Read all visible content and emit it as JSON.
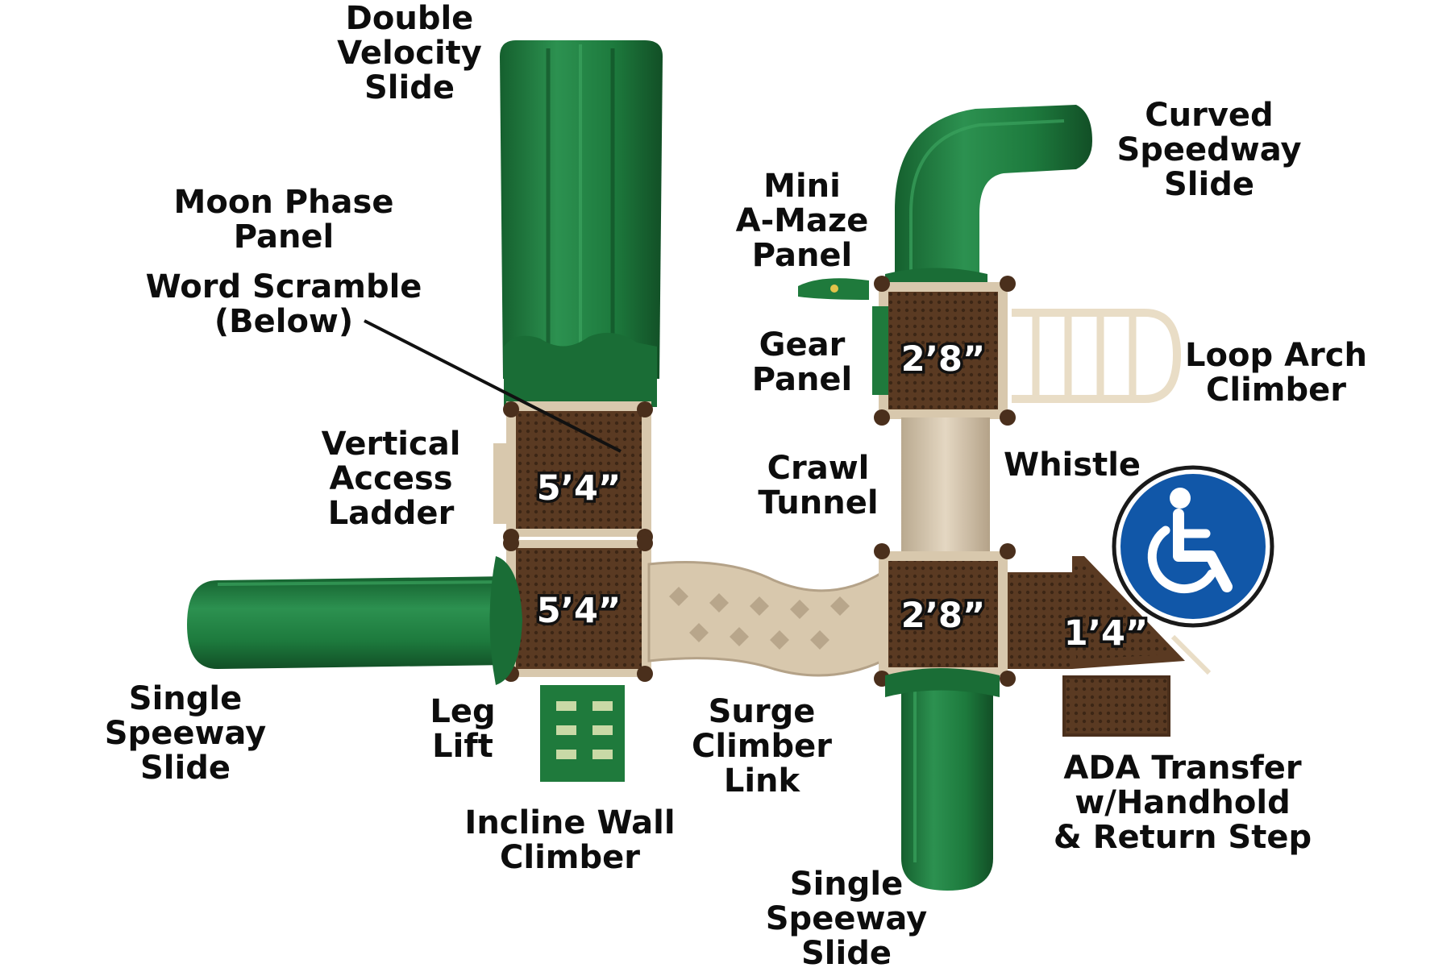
{
  "labels": {
    "double_velocity_slide": [
      "Double",
      "Velocity",
      "Slide"
    ],
    "moon_phase_panel": [
      "Moon Phase",
      "Panel"
    ],
    "word_scramble": [
      "Word Scramble",
      "(Below)"
    ],
    "vertical_access_ladder": [
      "Vertical",
      "Access",
      "Ladder"
    ],
    "single_speeway_slide_left": [
      "Single",
      "Speeway",
      "Slide"
    ],
    "leg_lift": [
      "Leg",
      "Lift"
    ],
    "incline_wall_climber": [
      "Incline Wall",
      "Climber"
    ],
    "surge_climber_link": [
      "Surge",
      "Climber",
      "Link"
    ],
    "mini_a_maze_panel": [
      "Mini",
      "A-Maze",
      "Panel"
    ],
    "gear_panel": [
      "Gear",
      "Panel"
    ],
    "crawl_tunnel": [
      "Crawl",
      "Tunnel"
    ],
    "curved_speedway_slide": [
      "Curved",
      "Speedway",
      "Slide"
    ],
    "loop_arch_climber": [
      "Loop Arch",
      "Climber"
    ],
    "whistle": [
      "Whistle"
    ],
    "ada_transfer": [
      "ADA Transfer",
      "w/Handhold",
      "& Return Step"
    ],
    "single_speeway_slide_bottom": [
      "Single",
      "Speeway",
      "Slide"
    ]
  },
  "decks": {
    "upper_left": "5’4”",
    "lower_left": "5’4”",
    "upper_right": "2’8”",
    "lower_right": "2’8”",
    "transfer": "1’4”"
  },
  "colors": {
    "slide_green": "#1f7a3c",
    "deck_brown": "#5a3a22",
    "tan": "#d8c8ad",
    "accessibility_blue": "#1157a8"
  },
  "icons": {
    "accessibility": "wheelchair-accessibility-icon"
  }
}
